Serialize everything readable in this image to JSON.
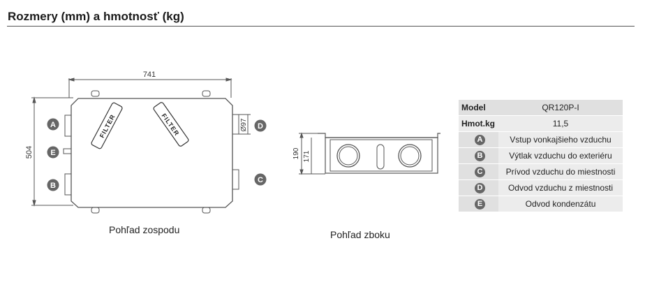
{
  "header": {
    "title": "Rozmery (mm) a hmotnosť (kg)"
  },
  "bottom_view": {
    "caption": "Pohľad zospodu",
    "width_label": "741",
    "height_label": "504",
    "diameter_label": "Ø97",
    "filter_label_1": "FILTER",
    "filter_label_2": "FILTER",
    "markers": [
      "A",
      "E",
      "B",
      "D",
      "C"
    ]
  },
  "side_view": {
    "caption": "Pohľad zboku",
    "outer_height_label": "190",
    "inner_height_label": "171"
  },
  "spec_table": {
    "model_key": "Model",
    "model_value": "QR120P-I",
    "weight_key": "Hmot.kg",
    "weight_value": "11,5",
    "legend": [
      {
        "letter": "A",
        "text": "Vstup vonkajšieho vzduchu"
      },
      {
        "letter": "B",
        "text": "Výtlak vzduchu do exteriéru"
      },
      {
        "letter": "C",
        "text": "Prívod vzduchu do miestnosti"
      },
      {
        "letter": "D",
        "text": "Odvod vzduchu z miestnosti"
      },
      {
        "letter": "E",
        "text": "Odvod kondenzátu"
      }
    ]
  }
}
